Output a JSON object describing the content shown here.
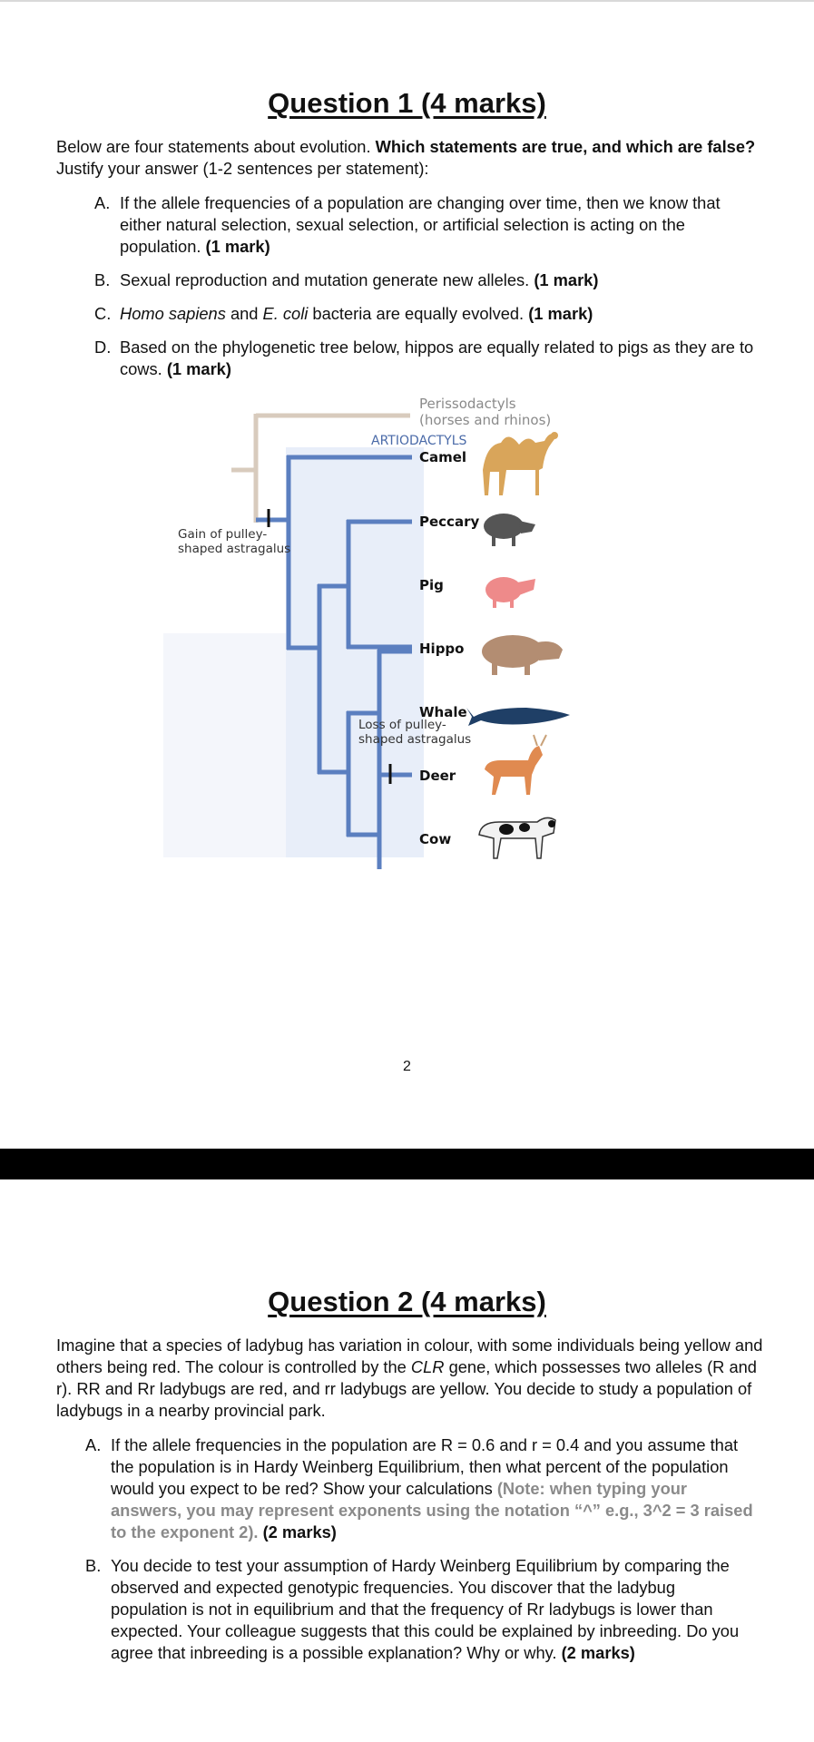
{
  "question1": {
    "title": "Question 1 (4 marks)",
    "intro_start": "Below are four statements about evolution. ",
    "intro_bold": "Which statements are true, and which are false?",
    "intro_end": " Justify your answer (1-2 sentences per statement):",
    "items": [
      {
        "letter": "A.",
        "text": "If the allele frequencies of a population are changing over time, then we know that either natural selection, sexual selection, or artificial selection is acting on the population. ",
        "mark": "(1 mark)"
      },
      {
        "letter": "B.",
        "text": "Sexual reproduction and mutation generate new alleles. ",
        "mark": "(1 mark)"
      },
      {
        "letter": "C.",
        "italic1": "Homo sapiens",
        "mid": " and ",
        "italic2": "E. coli",
        "text": " bacteria are equally evolved. ",
        "mark": "(1 mark)"
      },
      {
        "letter": "D.",
        "text": "Based on the phylogenetic tree below, hippos are equally related to pigs as they are to cows. ",
        "mark": "(1 mark)"
      }
    ]
  },
  "tree": {
    "outgroup_line1": "Perissodactyls",
    "outgroup_line2": "(horses and rhinos)",
    "clade_label": "ARTIODACTYLS",
    "taxa": [
      "Camel",
      "Peccary",
      "Pig",
      "Hippo",
      "Whale",
      "Deer",
      "Cow"
    ],
    "gain_line1": "Gain of pulley-",
    "gain_line2": "shaped astragalus",
    "loss_line1": "Loss of pulley-",
    "loss_line2": "shaped astragalus",
    "colors": {
      "outgroup_branch": "#d8cbbd",
      "clade_branch": "#5b7fc0",
      "clade_shade": "#e8eef9",
      "clade_label": "#4a6aa8",
      "outgroup_text": "#8a8a8a"
    }
  },
  "page_number": "2",
  "question2": {
    "title": "Question 2 (4 marks)",
    "intro_start": "Imagine that a species of ladybug has variation in colour, with some individuals being yellow and others being red. The colour is controlled by the ",
    "gene": "CLR",
    "intro_end": " gene, which possesses two alleles (R and r). RR and Rr ladybugs are red, and rr ladybugs are yellow. You decide to study a population of ladybugs in a nearby provincial park.",
    "items": [
      {
        "letter": "A.",
        "text": "If the allele frequencies in the population are R = 0.6 and r = 0.4 and you assume that the population is in Hardy Weinberg Equilibrium, then what percent of the population would you expect to be red? Show your calculations ",
        "note": "(Note: when typing your answers, you may represent exponents using the notation “^” e.g., 3^2 = 3 raised to the exponent 2).",
        "mark": " (2 marks)"
      },
      {
        "letter": "B.",
        "text": "You decide to test your assumption of Hardy Weinberg Equilibrium by comparing the observed and expected genotypic frequencies. You discover that the ladybug population is not in equilibrium and that the frequency of Rr ladybugs is lower than expected. Your colleague suggests that this could be explained by inbreeding. Do you agree that inbreeding is a possible explanation? Why or why. ",
        "mark": "(2 marks)"
      }
    ]
  }
}
